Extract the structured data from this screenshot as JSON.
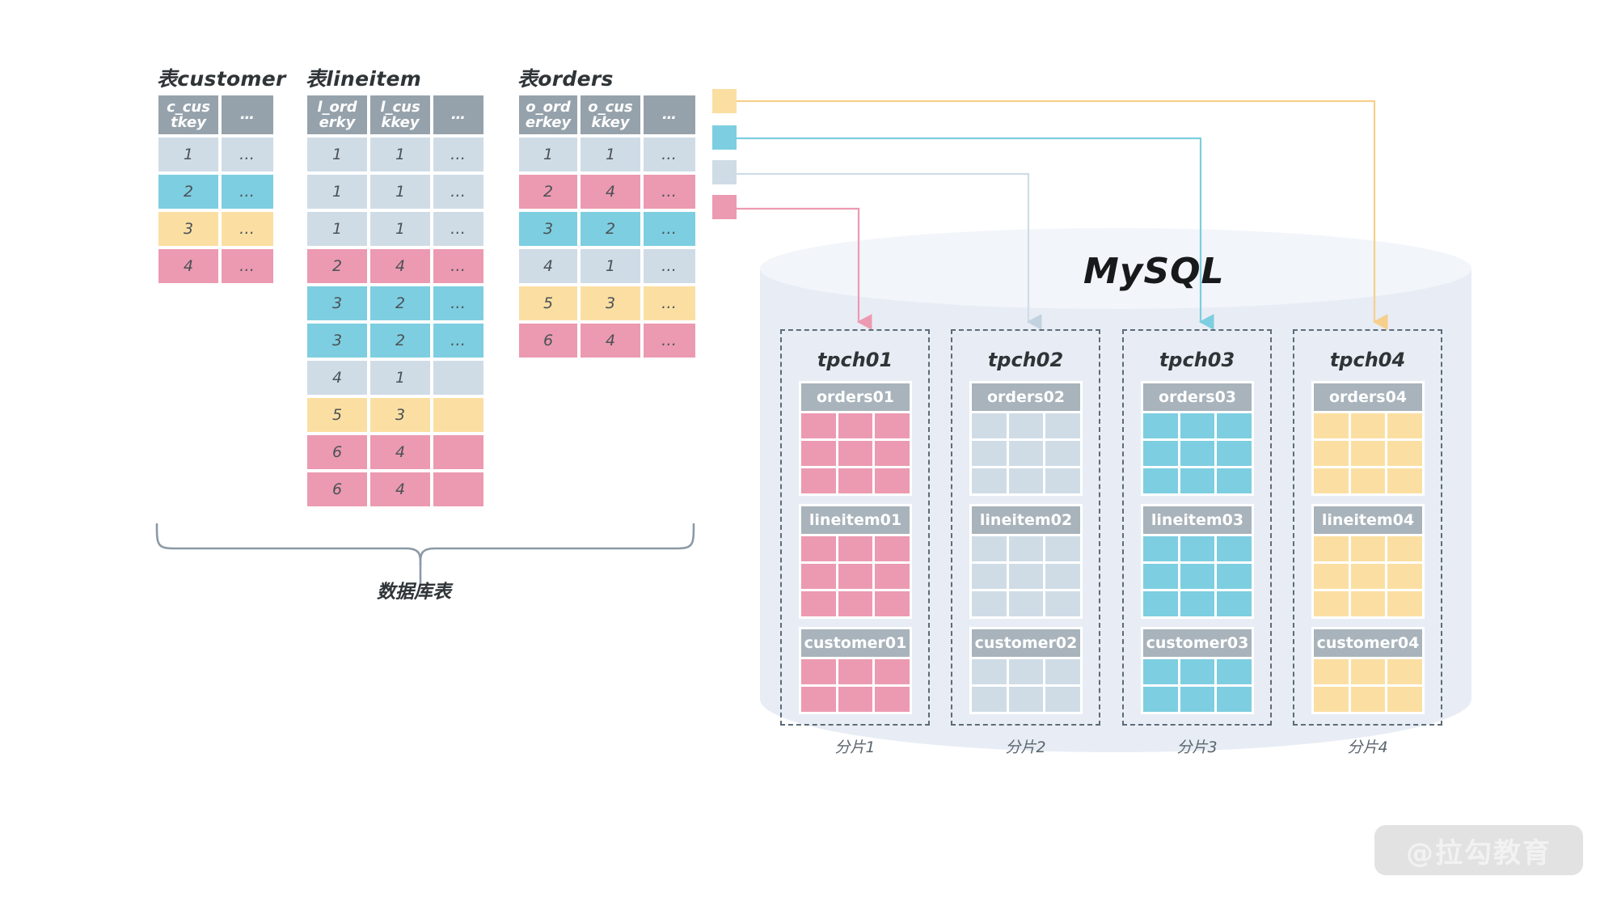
{
  "diagram": {
    "caption": "数据库表",
    "db_label": "MySQL",
    "watermark": "@拉勾教育"
  },
  "source_tables": [
    {
      "title": "表customer",
      "headers": [
        "c_cus\ntkey",
        "…"
      ],
      "rows": [
        {
          "cells": [
            "1",
            "…"
          ],
          "color": "c-blue"
        },
        {
          "cells": [
            "2",
            "…"
          ],
          "color": "c-cyan"
        },
        {
          "cells": [
            "3",
            "…"
          ],
          "color": "c-yellow"
        },
        {
          "cells": [
            "4",
            "…"
          ],
          "color": "c-pink"
        }
      ]
    },
    {
      "title": "表lineitem",
      "headers": [
        "l_ord\nerky",
        "l_cus\nkkey",
        "…"
      ],
      "rows": [
        {
          "cells": [
            "1",
            "1",
            "…"
          ],
          "color": "c-blue"
        },
        {
          "cells": [
            "1",
            "1",
            "…"
          ],
          "color": "c-blue"
        },
        {
          "cells": [
            "1",
            "1",
            "…"
          ],
          "color": "c-blue"
        },
        {
          "cells": [
            "2",
            "4",
            "…"
          ],
          "color": "c-pink"
        },
        {
          "cells": [
            "3",
            "2",
            "…"
          ],
          "color": "c-cyan"
        },
        {
          "cells": [
            "3",
            "2",
            "…"
          ],
          "color": "c-cyan"
        },
        {
          "cells": [
            "4",
            "1",
            ""
          ],
          "color": "c-blue"
        },
        {
          "cells": [
            "5",
            "3",
            ""
          ],
          "color": "c-yellow"
        },
        {
          "cells": [
            "6",
            "4",
            ""
          ],
          "color": "c-pink"
        },
        {
          "cells": [
            "6",
            "4",
            ""
          ],
          "color": "c-pink"
        }
      ]
    },
    {
      "title": "表orders",
      "headers": [
        "o_ord\nerkey",
        "o_cus\nkkey",
        "…"
      ],
      "rows": [
        {
          "cells": [
            "1",
            "1",
            "…"
          ],
          "color": "c-blue"
        },
        {
          "cells": [
            "2",
            "4",
            "…"
          ],
          "color": "c-pink"
        },
        {
          "cells": [
            "3",
            "2",
            "…"
          ],
          "color": "c-cyan"
        },
        {
          "cells": [
            "4",
            "1",
            "…"
          ],
          "color": "c-blue"
        },
        {
          "cells": [
            "5",
            "3",
            "…"
          ],
          "color": "c-yellow"
        },
        {
          "cells": [
            "6",
            "4",
            "…"
          ],
          "color": "c-pink"
        }
      ]
    }
  ],
  "legend": [
    {
      "name": "yellow",
      "color": "#fbdfa2"
    },
    {
      "name": "cyan",
      "color": "#7dcee0"
    },
    {
      "name": "blue",
      "color": "#cfdce6"
    },
    {
      "name": "pink",
      "color": "#ec9ab1"
    }
  ],
  "shards": [
    {
      "title": "tpch01",
      "label": "分片1",
      "color": "#ec9ab1",
      "tables": [
        {
          "name": "orders01",
          "rows": 3
        },
        {
          "name": "lineitem01",
          "rows": 3
        },
        {
          "name": "customer01",
          "rows": 2
        }
      ]
    },
    {
      "title": "tpch02",
      "label": "分片2",
      "color": "#cfdce6",
      "tables": [
        {
          "name": "orders02",
          "rows": 3
        },
        {
          "name": "lineitem02",
          "rows": 3
        },
        {
          "name": "customer02",
          "rows": 2
        }
      ]
    },
    {
      "title": "tpch03",
      "label": "分片3",
      "color": "#7dcee0",
      "tables": [
        {
          "name": "orders03",
          "rows": 3
        },
        {
          "name": "lineitem03",
          "rows": 3
        },
        {
          "name": "customer03",
          "rows": 2
        }
      ]
    },
    {
      "title": "tpch04",
      "label": "分片4",
      "color": "#fbdfa2",
      "tables": [
        {
          "name": "orders04",
          "rows": 3
        },
        {
          "name": "lineitem04",
          "rows": 3
        },
        {
          "name": "customer04",
          "rows": 2
        }
      ]
    }
  ],
  "connectors": [
    {
      "from": "yellow",
      "to": "分片4",
      "color": "#f6cf8b"
    },
    {
      "from": "cyan",
      "to": "分片3",
      "color": "#7dcee0"
    },
    {
      "from": "blue",
      "to": "分片2",
      "color": "#d3dee7"
    },
    {
      "from": "pink",
      "to": "分片1",
      "color": "#ec9ab1"
    }
  ]
}
